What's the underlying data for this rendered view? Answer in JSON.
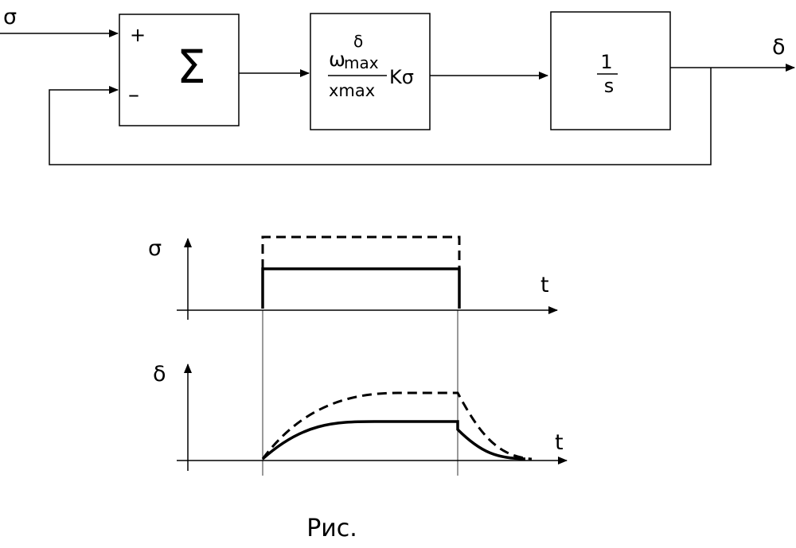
{
  "block_diagram": {
    "input_label": "σ",
    "output_label": "δ",
    "sum_block": {
      "symbol": "Σ",
      "plus_sign": "+",
      "minus_sign": "–"
    },
    "gain_block": {
      "omega": "ω",
      "omega_superscript": "δ",
      "omega_subscript": "max",
      "denominator": "xmax",
      "gain": "Kσ"
    },
    "integrator_block": {
      "numerator": "1",
      "denominator": "s"
    }
  },
  "timing_diagrams": {
    "top": {
      "y_label": "σ",
      "x_label": "t"
    },
    "bottom": {
      "y_label": "δ",
      "x_label": "t"
    }
  },
  "caption": "Рис."
}
